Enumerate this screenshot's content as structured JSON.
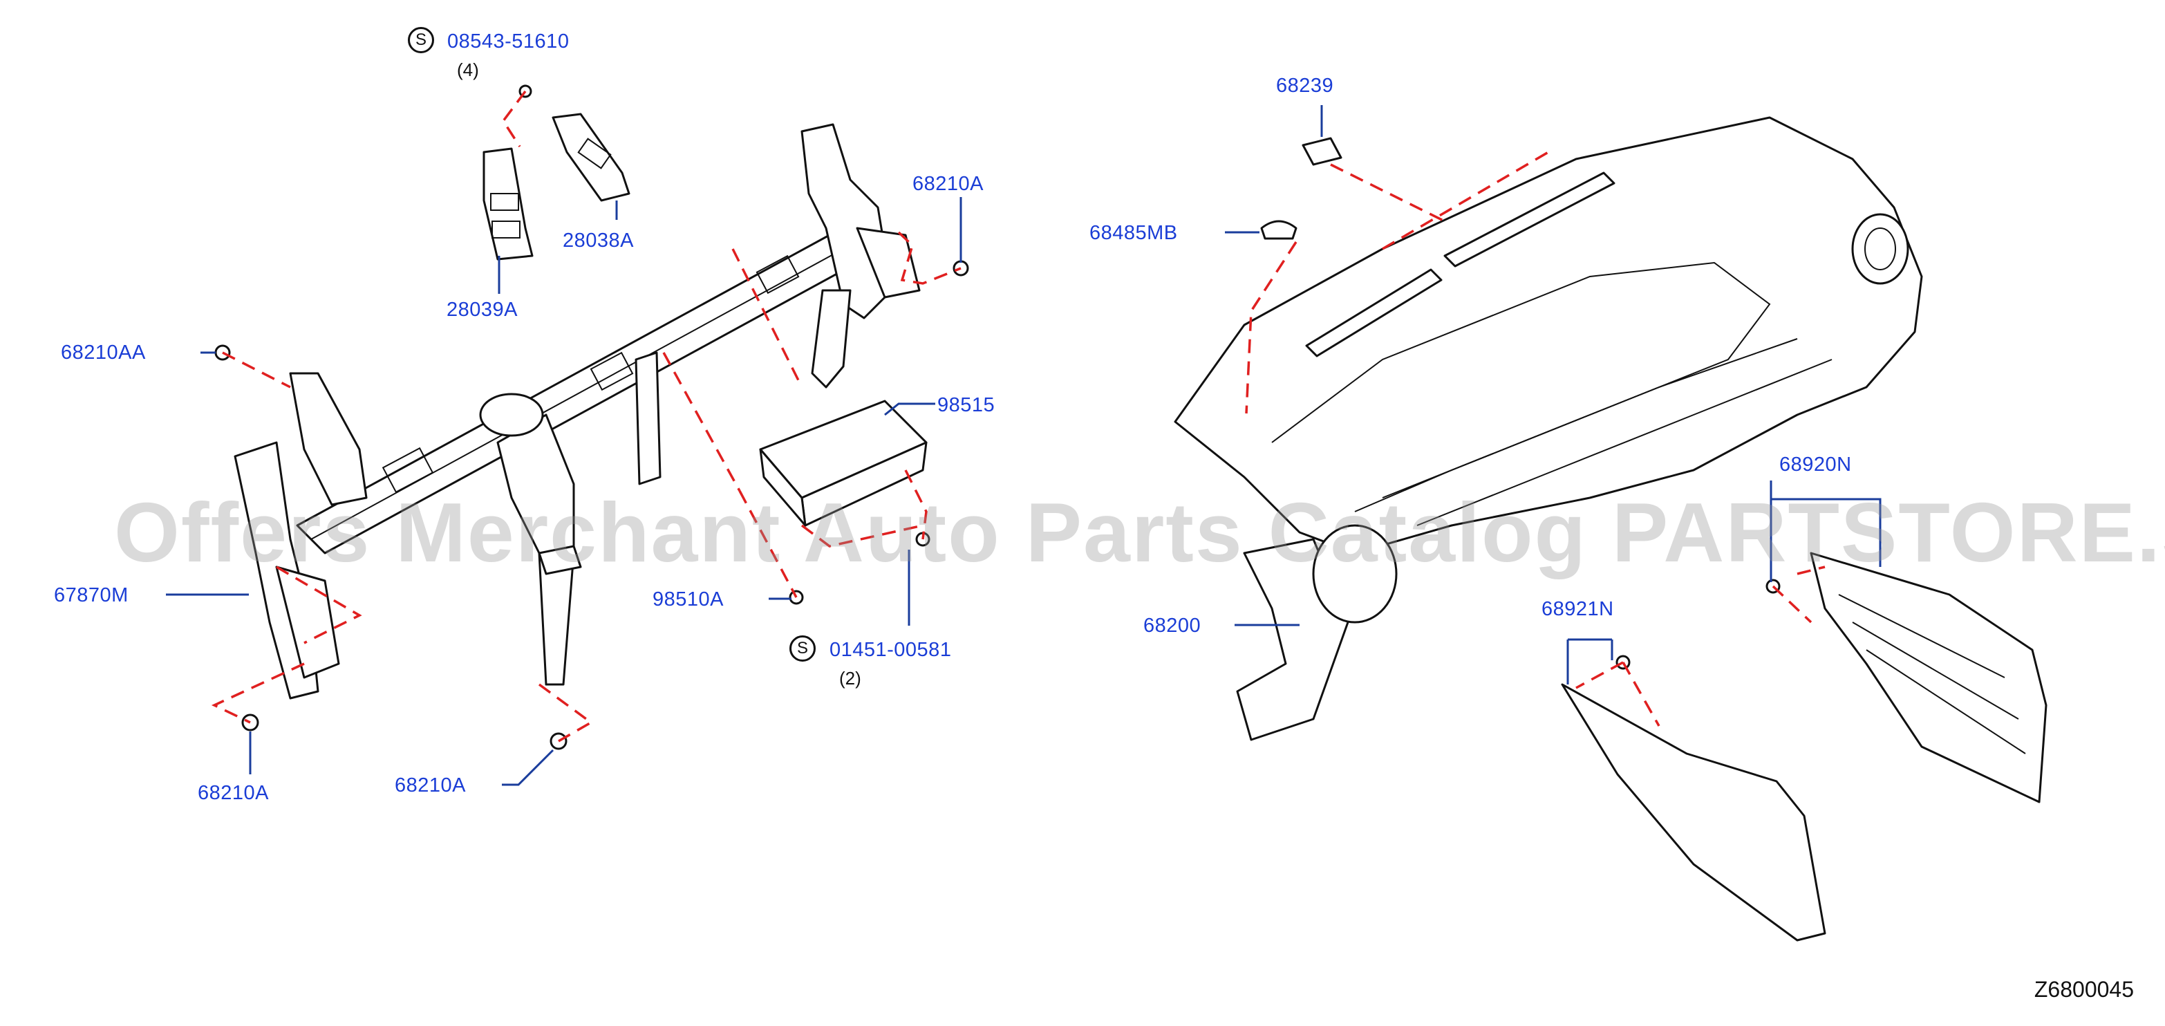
{
  "colors": {
    "label": "#1a3dd6",
    "leader": "#1a3d9c",
    "dash": "#e02020",
    "ink": "#111111"
  },
  "parts": [
    {
      "id": "std-08543",
      "code": "08543-51610",
      "qty": "(4)",
      "std": "S"
    },
    {
      "id": "p-28038A",
      "code": "28038A"
    },
    {
      "id": "p-28039A",
      "code": "28039A"
    },
    {
      "id": "p-68210A-a",
      "code": "68210A"
    },
    {
      "id": "p-68210AA",
      "code": "68210AA"
    },
    {
      "id": "p-98515",
      "code": "98515"
    },
    {
      "id": "p-98510A",
      "code": "98510A"
    },
    {
      "id": "std-01451",
      "code": "01451-00581",
      "qty": "(2)",
      "std": "S"
    },
    {
      "id": "p-67870M",
      "code": "67870M"
    },
    {
      "id": "p-68210A-b",
      "code": "68210A"
    },
    {
      "id": "p-68210A-c",
      "code": "68210A"
    },
    {
      "id": "p-68239",
      "code": "68239"
    },
    {
      "id": "p-68485MB",
      "code": "68485MB"
    },
    {
      "id": "p-68200",
      "code": "68200"
    },
    {
      "id": "p-68920N",
      "code": "68920N"
    },
    {
      "id": "p-68921N",
      "code": "68921N"
    }
  ],
  "watermark": "Offers Merchant Auto Parts Catalog PARTSTORE.SA",
  "diagram_code": "Z6800045"
}
